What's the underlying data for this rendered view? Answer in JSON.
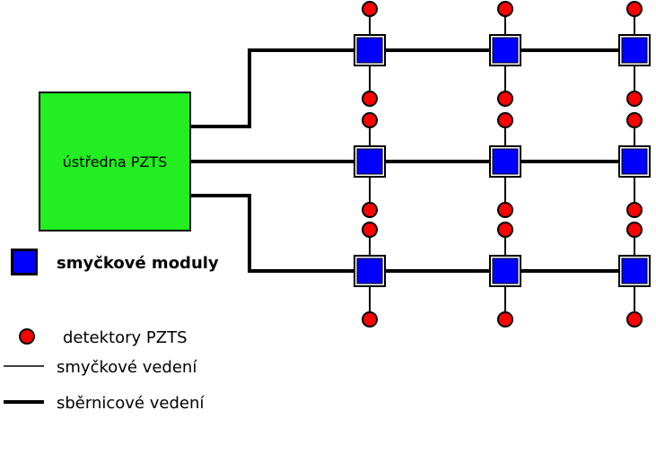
{
  "central_unit": {
    "label": "ústředna PZTS",
    "fill": "#22ee22"
  },
  "loop_module": {
    "fill": "#0000ff",
    "border": "#000000"
  },
  "detector": {
    "fill": "#ff0000"
  },
  "grid": {
    "rows": 3,
    "columns": 3
  },
  "legend": {
    "modules_label": "smyčkové moduly",
    "detectors_label": "detektory PZTS",
    "loop_line_label": "smyčkové vedení",
    "bus_line_label": "sběrnicové vedení"
  }
}
